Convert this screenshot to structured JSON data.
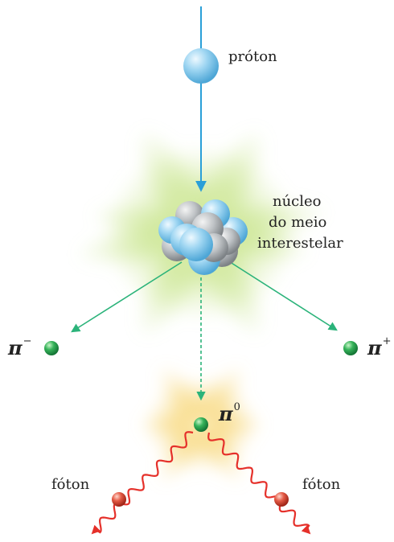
{
  "labels": {
    "proton": "próton",
    "nucleus_line1": "núcleo",
    "nucleus_line2": "do meio",
    "nucleus_line3": "interestelar",
    "photon_left": "fóton",
    "photon_right": "fóton"
  },
  "pions": {
    "minus": {
      "symbol": "π",
      "charge": "−"
    },
    "plus": {
      "symbol": "π",
      "charge": "+"
    },
    "zero": {
      "symbol": "π",
      "charge": "0"
    }
  },
  "colors": {
    "proton_line": "#2a9fd8",
    "pion_line": "#2bb37a",
    "photon_wave": "#e5302a",
    "proton_ball": "#8fd0f0",
    "neutron_ball": "#b8bcc0",
    "pion_ball": "#2fae4f",
    "photon_ball": "#e0533f",
    "glow_green": "#c8e68c",
    "glow_yellow": "#f6d77e"
  }
}
